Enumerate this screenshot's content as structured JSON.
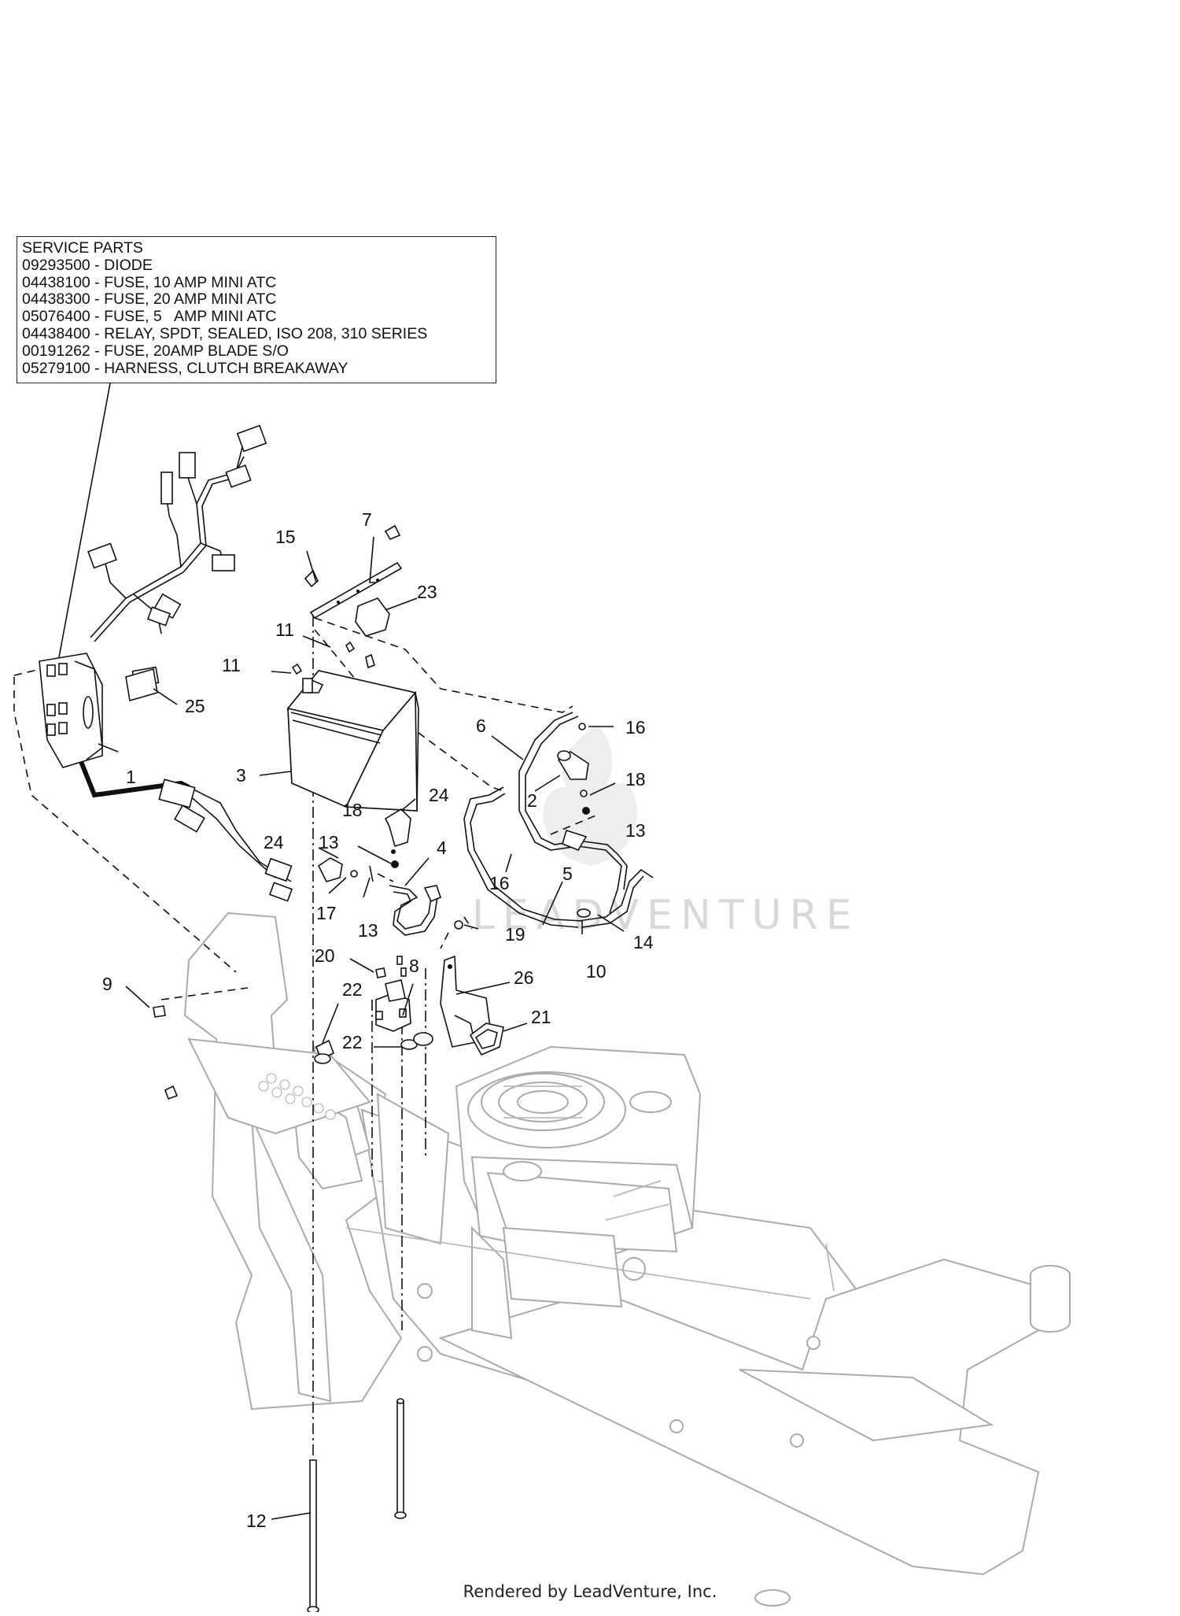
{
  "service_parts": {
    "title": "SERVICE PARTS",
    "lines": [
      "09293500 - DIODE",
      "04438100 - FUSE, 10 AMP MINI ATC",
      "04438300 - FUSE, 20 AMP MINI ATC",
      "05076400 - FUSE, 5   AMP MINI ATC",
      "04438400 - RELAY, SPDT, SEALED, ISO 208, 310 SERIES",
      "00191262 - FUSE, 20AMP BLADE S/O",
      "05279100 - HARNESS, CLUTCH BREAKAWAY"
    ]
  },
  "callouts": [
    "15",
    "7",
    "23",
    "11",
    "11",
    "25",
    "1",
    "3",
    "6",
    "16",
    "2",
    "18",
    "13",
    "24",
    "18",
    "24",
    "13",
    "4",
    "16",
    "5",
    "17",
    "13",
    "19",
    "14",
    "10",
    "20",
    "8",
    "26",
    "9",
    "22",
    "21",
    "22",
    "12"
  ],
  "watermark": "LEADVENTURE",
  "footer": "Rendered by LeadVenture, Inc."
}
